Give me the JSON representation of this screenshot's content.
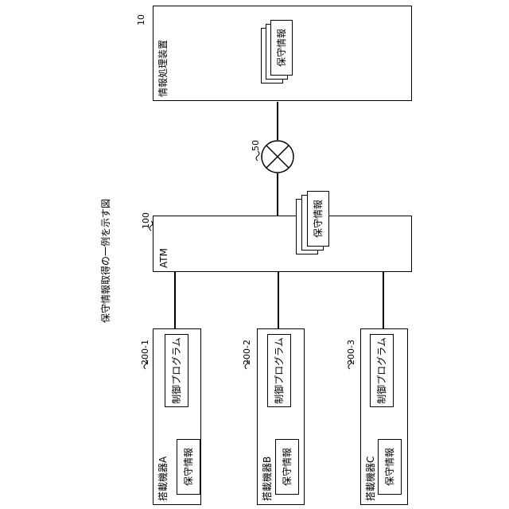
{
  "title": "保守情報取得の一例を示す図",
  "info_processor": {
    "ref": "10",
    "label": "情報処理装置",
    "doc_label": "保守情報"
  },
  "network": {
    "ref": "50"
  },
  "atm": {
    "ref": "100",
    "label": "ATM",
    "doc_label": "保守情報"
  },
  "devices": [
    {
      "ref": "200-1",
      "label": "搭載機器A",
      "program_label": "制御プログラム",
      "info_label": "保守情報"
    },
    {
      "ref": "200-2",
      "label": "搭載機器B",
      "program_label": "制御プログラム",
      "info_label": "保守情報"
    },
    {
      "ref": "200-3",
      "label": "搭載機器C",
      "program_label": "制御プログラム",
      "info_label": "保守情報"
    }
  ]
}
